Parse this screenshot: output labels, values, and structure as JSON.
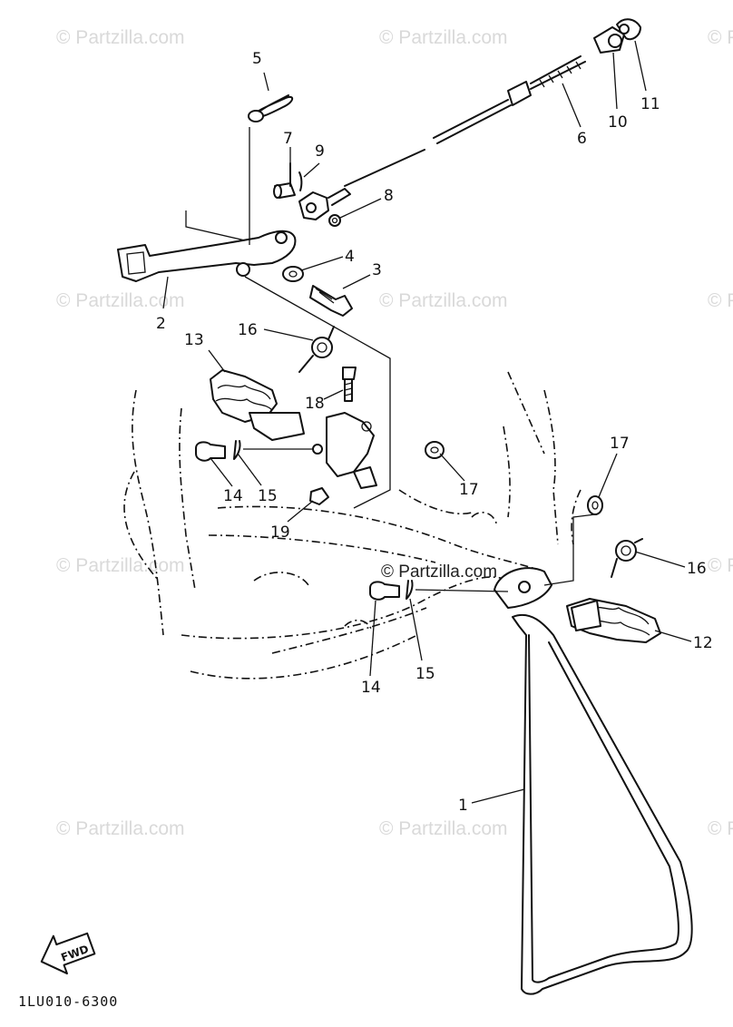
{
  "watermark_text": "© Partzilla.com",
  "center_watermark_text": "© Partzilla.com",
  "diagram_code": "1LU010-6300",
  "fwd_label": "FWD",
  "callouts": {
    "c1": "1",
    "c2": "2",
    "c3": "3",
    "c4": "4",
    "c5": "5",
    "c6": "6",
    "c7": "7",
    "c8": "8",
    "c9": "9",
    "c10": "10",
    "c11": "11",
    "c12": "12",
    "c13": "13",
    "c14a": "14",
    "c14b": "14",
    "c15a": "15",
    "c15b": "15",
    "c16a": "16",
    "c16b": "16",
    "c17a": "17",
    "c17b": "17",
    "c18": "18",
    "c19": "19"
  },
  "parts_shown": [
    "stand",
    "brake pedal",
    "bolt",
    "washer",
    "spring",
    "brake rod",
    "pin",
    "cotter pin",
    "nut",
    "joint",
    "footrest right",
    "footrest left",
    "pin",
    "cotter pin",
    "spring",
    "bolt",
    "washer",
    "nut"
  ]
}
